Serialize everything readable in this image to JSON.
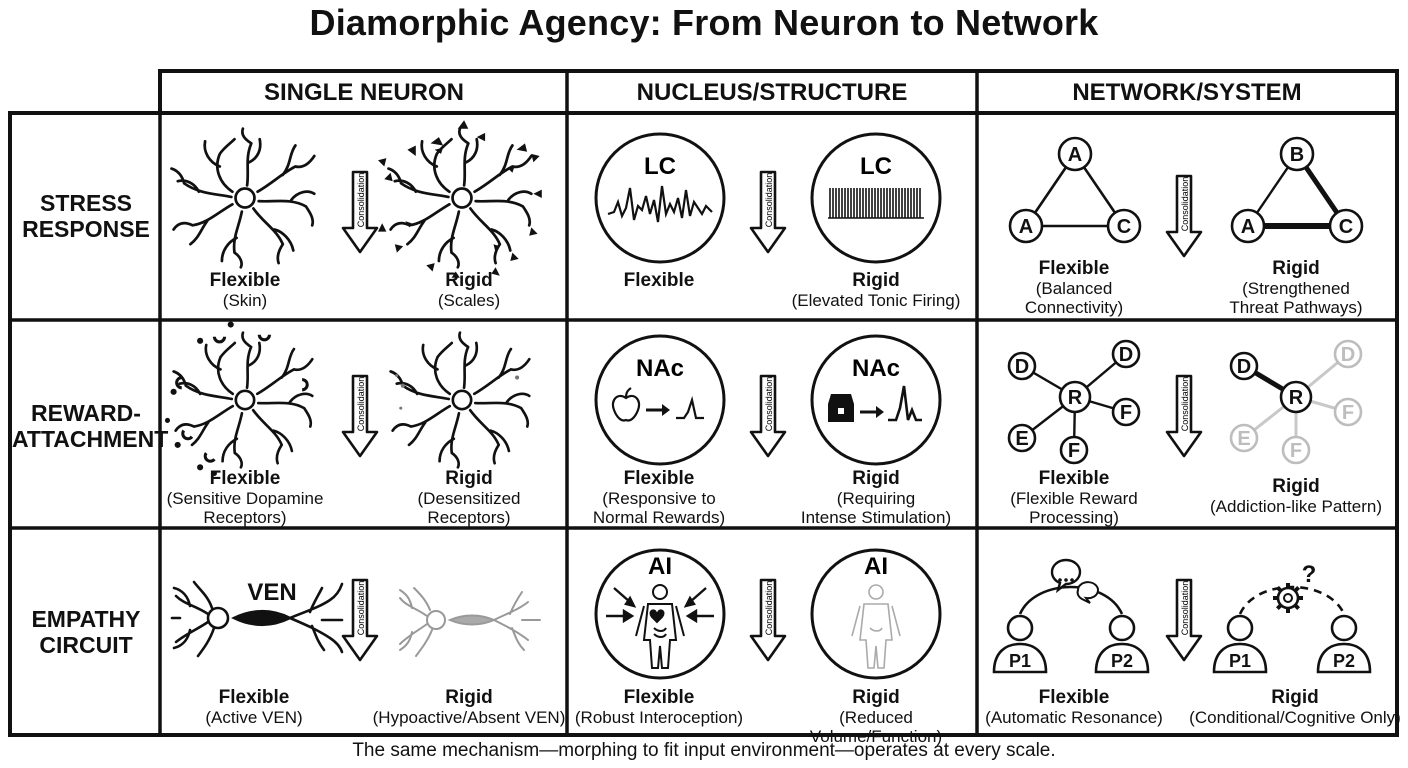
{
  "title": "Diamorphic Agency: From Neuron to Network",
  "footer": "The same mechanism—morphing to fit input environment—operates at every scale.",
  "columns": [
    "SINGLE NEURON",
    "NUCLEUS/STRUCTURE",
    "NETWORK/SYSTEM"
  ],
  "rows": [
    {
      "line1": "STRESS",
      "line2": "RESPONSE"
    },
    {
      "line1": "REWARD-",
      "line2": "ATTACHMENT"
    },
    {
      "line1": "EMPATHY",
      "line2": "CIRCUIT"
    }
  ],
  "arrow_label": "Consolidation",
  "cells": {
    "r1c1": {
      "flex_title": "Flexible",
      "flex_desc": [
        "(Skin)"
      ],
      "rigid_title": "Rigid",
      "rigid_desc": [
        "(Scales)"
      ]
    },
    "r1c2": {
      "flex_title": "Flexible",
      "flex_desc": [],
      "rigid_title": "Rigid",
      "rigid_desc": [
        "(Elevated Tonic Firing)"
      ],
      "region": "LC"
    },
    "r1c3": {
      "flex_title": "Flexible",
      "flex_desc": [
        "(Balanced",
        "Connectivity)"
      ],
      "rigid_title": "Rigid",
      "rigid_desc": [
        "(Strengthened",
        "Threat Pathways)"
      ],
      "flex_nodes": [
        "A",
        "A",
        "C"
      ],
      "rigid_nodes": [
        "B",
        "A",
        "C"
      ]
    },
    "r2c1": {
      "flex_title": "Flexible",
      "flex_desc": [
        "(Sensitive Dopamine",
        "Receptors)"
      ],
      "rigid_title": "Rigid",
      "rigid_desc": [
        "(Desensitized",
        "Receptors)"
      ]
    },
    "r2c2": {
      "flex_title": "Flexible",
      "flex_desc": [
        "(Responsive to",
        "Normal Rewards)"
      ],
      "rigid_title": "Rigid",
      "rigid_desc": [
        "(Requiring",
        "Intense Stimulation)"
      ],
      "region": "NAc"
    },
    "r2c3": {
      "flex_title": "Flexible",
      "flex_desc": [
        "(Flexible Reward",
        "Processing)"
      ],
      "rigid_title": "Rigid",
      "rigid_desc": [
        "(Addiction-like Pattern)"
      ],
      "hub": "R",
      "nodes": [
        "D",
        "D",
        "F",
        "F",
        "E"
      ]
    },
    "r3c1": {
      "flex_title": "Flexible",
      "flex_desc": [
        "(Active VEN)"
      ],
      "rigid_title": "Rigid",
      "rigid_desc": [
        "(Hypoactive/Absent VEN)"
      ],
      "neuron_label": "VEN"
    },
    "r3c2": {
      "flex_title": "Flexible",
      "flex_desc": [
        "(Robust Interoception)"
      ],
      "rigid_title": "Rigid",
      "rigid_desc": [
        "(Reduced Volume/Function)"
      ],
      "region": "AI"
    },
    "r3c3": {
      "flex_title": "Flexible",
      "flex_desc": [
        "(Automatic Resonance)"
      ],
      "rigid_title": "Rigid",
      "rigid_desc": [
        "(Conditional/Cognitive Only)"
      ],
      "person1": "P1",
      "person2": "P2",
      "question": "?"
    }
  }
}
